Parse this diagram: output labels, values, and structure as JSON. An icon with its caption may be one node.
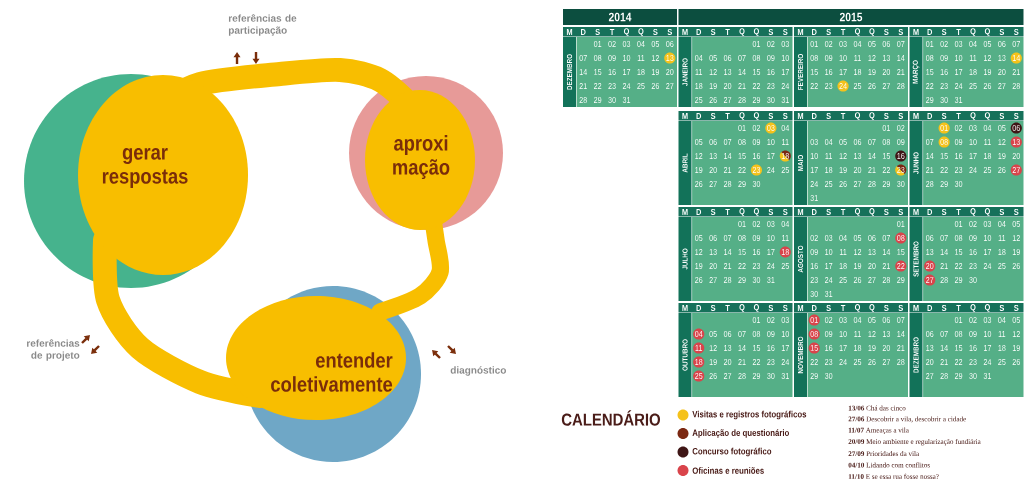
{
  "diagram": {
    "nodes": [
      {
        "text": [
          "gerar respostas"
        ]
      },
      {
        "text": [
          "aproxi mação"
        ]
      },
      {
        "text": [
          "entender coletivamente"
        ]
      },
      {
        "text": [
          "DEZEMBRO",
          "01",
          "02",
          "03",
          "04",
          "05",
          "06",
          "07",
          "08",
          "09",
          "10",
          "11",
          "12",
          "13",
          "14",
          "15",
          "16",
          "17",
          "18",
          "19",
          "20",
          "21",
          "22",
          "23",
          "24",
          "25",
          "26",
          "27",
          "28",
          "29",
          "30",
          "31"
        ]
      },
      {
        "text": [
          "JANEIRO",
          "01",
          "02",
          "03",
          "04",
          "05",
          "06",
          "07",
          "08",
          "09",
          "10",
          "11",
          "12",
          "13",
          "14",
          "15",
          "16",
          "17",
          "18",
          "19",
          "20",
          "21",
          "22",
          "23",
          "24",
          "25",
          "26",
          "27",
          "28",
          "29",
          "30",
          "31"
        ]
      },
      {
        "text": [
          "FEVEREIRO",
          "01",
          "02",
          "03",
          "04",
          "05",
          "06",
          "07",
          "08",
          "09",
          "10",
          "11",
          "12",
          "13",
          "14",
          "15",
          "16",
          "17",
          "18",
          "19",
          "20",
          "21",
          "22",
          "23",
          "24",
          "25",
          "26",
          "27",
          "28"
        ]
      },
      {
        "text": [
          "MARÇO",
          "01",
          "02",
          "03",
          "04",
          "05",
          "06",
          "07",
          "08",
          "09",
          "10",
          "11",
          "12",
          "13",
          "14",
          "15",
          "16",
          "17",
          "18",
          "19",
          "20",
          "21",
          "22",
          "23",
          "24",
          "25",
          "26",
          "27",
          "28",
          "29",
          "30",
          "31"
        ]
      },
      {
        "text": [
          "ABRIL",
          "01",
          "02",
          "03",
          "04",
          "05",
          "06",
          "07",
          "08",
          "09",
          "10",
          "11",
          "12",
          "13",
          "14",
          "15",
          "16",
          "17",
          "18",
          "19",
          "20",
          "21",
          "22",
          "23",
          "24",
          "25",
          "26",
          "27",
          "28",
          "29",
          "30"
        ]
      },
      {
        "text": [
          "MAIO",
          "01",
          "02",
          "03",
          "04",
          "05",
          "06",
          "07",
          "08",
          "09",
          "10",
          "11",
          "12",
          "13",
          "14",
          "15",
          "16",
          "17",
          "18",
          "19",
          "20",
          "21",
          "22",
          "23",
          "24",
          "25",
          "26",
          "27",
          "28",
          "29",
          "30",
          "31"
        ]
      },
      {
        "text": [
          "JUNHO",
          "01",
          "02",
          "03",
          "04",
          "05",
          "06",
          "07",
          "08",
          "09",
          "10",
          "11",
          "12",
          "13",
          "14",
          "15",
          "16",
          "17",
          "18",
          "19",
          "20",
          "21",
          "22",
          "23",
          "24",
          "25",
          "26",
          "27",
          "28",
          "29",
          "30"
        ]
      },
      {
        "text": [
          "JULHO",
          "01",
          "02",
          "03",
          "04",
          "05",
          "06",
          "07",
          "08",
          "09",
          "10",
          "11",
          "12",
          "13",
          "14",
          "15",
          "16",
          "17",
          "18",
          "19",
          "20",
          "21",
          "22",
          "23",
          "24",
          "25",
          "26",
          "27",
          "28",
          "29",
          "30",
          "31"
        ]
      },
      {
        "text": [
          "AGOSTO",
          "01",
          "02",
          "03",
          "04",
          "05",
          "06",
          "07",
          "08",
          "09",
          "10",
          "11",
          "12",
          "13",
          "14",
          "15",
          "16",
          "17",
          "18",
          "19",
          "20",
          "21",
          "22",
          "23",
          "24",
          "25",
          "26",
          "27",
          "28",
          "29",
          "30",
          "31"
        ]
      },
      {
        "text": [
          "SETEMBRO",
          "01",
          "02",
          "03",
          "04",
          "05",
          "06",
          "07",
          "08",
          "09",
          "10",
          "11",
          "12",
          "13",
          "14",
          "15",
          "16",
          "17",
          "18",
          "19",
          "20",
          "21",
          "22",
          "23",
          "24",
          "25",
          "26",
          "27",
          "28",
          "29",
          "30"
        ]
      },
      {
        "text": [
          "OUTUBRO",
          "01",
          "02",
          "03",
          "04",
          "05",
          "06",
          "07",
          "08",
          "09",
          "10",
          "11",
          "12",
          "13",
          "14",
          "15",
          "16",
          "17",
          "18",
          "19",
          "20",
          "21",
          "22",
          "23",
          "24",
          "25",
          "26",
          "27",
          "28",
          "29",
          "30",
          "31"
        ]
      },
      {
        "text": [
          "NOVEMBRO",
          "01",
          "02",
          "03",
          "04",
          "05",
          "06",
          "07",
          "08",
          "09",
          "10",
          "11",
          "12",
          "13",
          "14",
          "15",
          "16",
          "17",
          "18",
          "19",
          "20",
          "21",
          "22",
          "23",
          "24",
          "25",
          "26",
          "27",
          "28",
          "29",
          "30"
        ]
      },
      {
        "text": [
          "DEZEMBRO",
          "01",
          "02",
          "03",
          "04",
          "05",
          "06",
          "07",
          "08",
          "09",
          "10",
          "11",
          "12",
          "13",
          "14",
          "15",
          "16",
          "17",
          "18",
          "19",
          "20",
          "21",
          "22",
          "23",
          "24",
          "25",
          "26",
          "27",
          "28",
          "29",
          "30",
          "31"
        ]
      }
    ],
    "labels": [
      "referências de participação",
      "referências de projeto",
      "diagnóstico",
      "2014",
      "2015",
      "M",
      "D",
      "S",
      "T",
      "Q",
      "Q",
      "S",
      "S",
      "M",
      "D",
      "S",
      "T",
      "Q",
      "Q",
      "S",
      "S",
      "M",
      "D",
      "S",
      "T",
      "Q",
      "Q",
      "S",
      "S",
      "M",
      "D",
      "S",
      "T",
      "Q",
      "Q",
      "S",
      "S",
      "M",
      "D",
      "S",
      "T",
      "Q",
      "Q",
      "S",
      "S",
      "M",
      "D",
      "S",
      "T",
      "Q",
      "Q",
      "S",
      "S",
      "M",
      "D",
      "S",
      "T",
      "Q",
      "Q",
      "S",
      "S",
      "M",
      "D",
      "S",
      "T",
      "Q",
      "Q",
      "S",
      "S",
      "M",
      "D",
      "S",
      "T",
      "Q",
      "Q",
      "S",
      "S",
      "M",
      "D",
      "S",
      "T",
      "Q",
      "Q",
      "S",
      "S",
      "M",
      "D",
      "S",
      "T",
      "Q",
      "Q",
      "S",
      "S",
      "M",
      "D",
      "S",
      "T",
      "Q",
      "Q",
      "S",
      "S",
      "M",
      "D",
      "S",
      "T",
      "Q",
      "Q",
      "S",
      "S",
      "CALENDÁRIO",
      "**13/06** Chá das cinco",
      "**27/06** Descobrir a vila, descobrir a cidade",
      "**11/07** Ameaças a vila",
      "**20/09** Meio ambiente e regularização fundiária",
      "**27/09** Prioridades da vila",
      "**04/10** Lidando com conflitos",
      "**11/10** E se essa rua fosse nossa?"
    ],
    "legend": [
      {
        "text": "Visitas e registros fotográficos",
        "color": "#f5c21a"
      },
      {
        "text": "Aplicação de questionário",
        "color": "#7b2812"
      },
      {
        "text": "Concurso fotográfico",
        "color": "#3f1616"
      },
      {
        "text": "Oficinas e reuniões",
        "color": "#d9444b"
      }
    ]
  }
}
